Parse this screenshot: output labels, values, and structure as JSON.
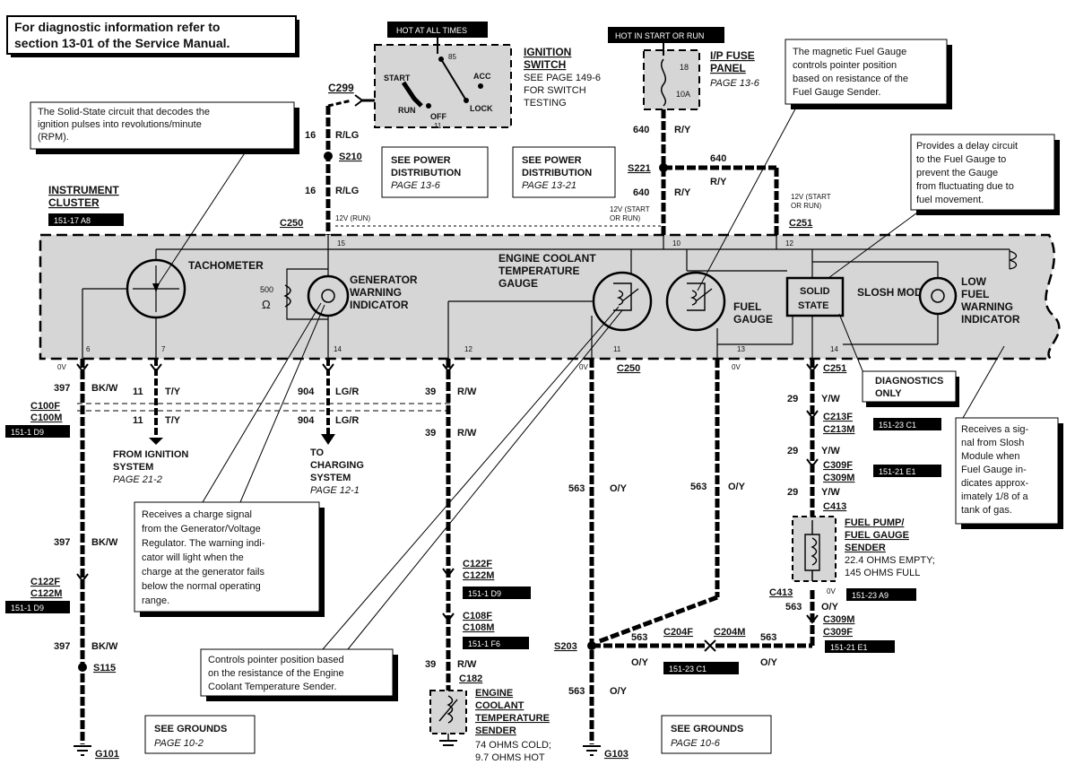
{
  "header_note": [
    "For diagnostic information refer to",
    "section 13-01 of the Service Manual."
  ],
  "hot_at_all_times": "HOT AT ALL TIMES",
  "hot_in_start_or_run": "HOT IN START OR RUN",
  "ignition_switch": {
    "title": [
      "IGNITION",
      "SWITCH"
    ],
    "ref": [
      "SEE PAGE 149-6",
      "FOR SWITCH",
      "TESTING"
    ],
    "positions": [
      "START",
      "ACC",
      "RUN",
      "OFF",
      "LOCK"
    ],
    "pins": [
      "85",
      "11"
    ]
  },
  "fuse_panel": {
    "title": [
      "I/P FUSE",
      "PANEL"
    ],
    "ref": "PAGE 13-6",
    "fuse_num": "18",
    "fuse_rating": "10A"
  },
  "power_dist_1": {
    "title": [
      "SEE POWER",
      "DISTRIBUTION"
    ],
    "ref": "PAGE 13-6"
  },
  "power_dist_2": {
    "title": [
      "SEE POWER",
      "DISTRIBUTION"
    ],
    "ref": "PAGE 13-21"
  },
  "connectors": {
    "c299": "C299",
    "s210": "S210",
    "c250": "C250",
    "s221": "S221",
    "c251": "C251",
    "c100": [
      "C100F",
      "C100M"
    ],
    "c122a": [
      "C122F",
      "C122M"
    ],
    "c122b": [
      "C122F",
      "C122M"
    ],
    "c108": [
      "C108F",
      "C108M"
    ],
    "c182": "C182",
    "s115": "S115",
    "g101": "G101",
    "s203": "S203",
    "g103": "G103",
    "c204f": "C204F",
    "c204m": "C204M",
    "c213": [
      "C213F",
      "C213M"
    ],
    "c309a": [
      "C309F",
      "C309M"
    ],
    "c413": "C413",
    "c413b": "C413",
    "c309b": [
      "C309M",
      "C309F"
    ]
  },
  "wires": {
    "w16_rlg": [
      "16",
      "R/LG"
    ],
    "w640_ry": [
      "640",
      "R/Y"
    ],
    "w397_bkw": [
      "397",
      "BK/W"
    ],
    "w11_ty": [
      "11",
      "T/Y"
    ],
    "w904_lgr": [
      "904",
      "LG/R"
    ],
    "w39_rw": [
      "39",
      "R/W"
    ],
    "w563_oy": [
      "563",
      "O/Y"
    ],
    "w29_yw": [
      "29",
      "Y/W"
    ]
  },
  "voltages": {
    "v12_run": "12V (RUN)",
    "v12_start_run": [
      "12V (START",
      "OR RUN)"
    ],
    "zero": "0V"
  },
  "cluster_pins": [
    "15",
    "10",
    "12",
    "6",
    "7",
    "14",
    "12",
    "11",
    "13",
    "14"
  ],
  "instrument_cluster": {
    "title": [
      "INSTRUMENT",
      "CLUSTER"
    ],
    "ref": "151-17   A8"
  },
  "components": {
    "tachometer": "TACHOMETER",
    "gen_warning": [
      "GENERATOR",
      "WARNING",
      "INDICATOR"
    ],
    "resistor": [
      "500",
      "Ω"
    ],
    "ect_gauge": [
      "ENGINE COOLANT",
      "TEMPERATURE",
      "GAUGE"
    ],
    "fuel_gauge": [
      "FUEL",
      "GAUGE"
    ],
    "solid_state": [
      "SOLID",
      "STATE"
    ],
    "slosh_module": "SLOSH MODULE",
    "low_fuel": [
      "LOW",
      "FUEL",
      "WARNING",
      "INDICATOR"
    ],
    "diagnostics_only": [
      "DIAGNOSTICS",
      "ONLY"
    ],
    "from_ignition": {
      "title": [
        "FROM IGNITION",
        "SYSTEM"
      ],
      "ref": "PAGE 21-2"
    },
    "to_charging": {
      "title": [
        "TO",
        "CHARGING",
        "SYSTEM"
      ],
      "ref": "PAGE 12-1"
    },
    "ect_sender": {
      "title": [
        "ENGINE",
        "COOLANT",
        "TEMPERATURE",
        "SENDER"
      ],
      "spec": [
        "74 OHMS COLD;",
        "9.7 OHMS HOT"
      ]
    },
    "fuel_sender": {
      "title": [
        "FUEL PUMP/",
        "FUEL GAUGE",
        "SENDER"
      ],
      "spec": [
        "22.4 OHMS EMPTY;",
        "145 OHMS FULL"
      ]
    },
    "grounds_1": {
      "title": "SEE GROUNDS",
      "ref": "PAGE 10-2"
    },
    "grounds_2": {
      "title": "SEE GROUNDS",
      "ref": "PAGE 10-6"
    }
  },
  "refs": {
    "r_d9a": "151-1   D9",
    "r_d9b": "151-1   D9",
    "r_d9c": "151-1   D9",
    "r_f6": "151-1   F6",
    "r_c1a": "151-23   C1",
    "r_e1a": "151-21   E1",
    "r_a9": "151-23   A9",
    "r_c1b": "151-23   C1",
    "r_e1b": "151-21   E1"
  },
  "callouts": {
    "solid_state_rpm": [
      "The Solid-State circuit that decodes the",
      "ignition pulses into revolutions/minute",
      "(RPM)."
    ],
    "magnetic_fuel": [
      "The magnetic Fuel Gauge",
      "controls pointer position",
      "based on resistance of the",
      "Fuel Gauge Sender."
    ],
    "delay_circuit": [
      "Provides a delay circuit",
      "to the Fuel Gauge to",
      "prevent the Gauge",
      "from fluctuating due to",
      "fuel movement."
    ],
    "charge_signal": [
      "Receives a charge signal",
      "from the Generator/Voltage",
      "Regulator. The warning indi-",
      "cator will light when the",
      "charge at the generator fails",
      "below the normal operating",
      "range."
    ],
    "slosh_signal": [
      "Receives a sig-",
      "nal from Slosh",
      "Module when",
      "Fuel Gauge in-",
      "dicates approx-",
      "imately 1/8 of a",
      "tank of gas."
    ],
    "ect_pointer": [
      "Controls pointer position based",
      "on the resistance of the Engine",
      "Coolant Temperature Sender."
    ]
  }
}
